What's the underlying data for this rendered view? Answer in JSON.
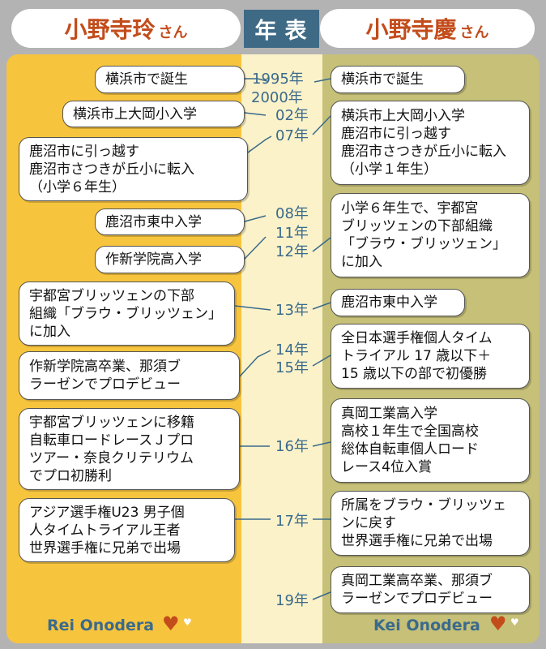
{
  "header": {
    "left_surname": "小野寺",
    "left_given": "玲",
    "left_honorific": "さん",
    "title": "年表",
    "right_surname": "小野寺",
    "right_given": "慶",
    "right_honorific": "さん"
  },
  "years": [
    "1995年",
    "2000年",
    "02年",
    "07年",
    "08年",
    "11年",
    "12年",
    "13年",
    "14年",
    "15年",
    "16年",
    "17年",
    "19年"
  ],
  "rei_events": [
    {
      "lines": [
        "横浜市で誕生"
      ]
    },
    {
      "lines": [
        "横浜市上大岡小入学"
      ]
    },
    {
      "lines": [
        "鹿沼市に引っ越す",
        "鹿沼市さつきが丘小に転入",
        "（小学６年生）"
      ]
    },
    {
      "lines": [
        "鹿沼市東中入学"
      ]
    },
    {
      "lines": [
        "作新学院高入学"
      ]
    },
    {
      "lines": [
        "宇都宮ブリッツェンの下部",
        "組織「ブラウ・ブリッツェン」",
        "に加入"
      ]
    },
    {
      "lines": [
        "作新学院高卒業、那須ブ",
        "ラーゼンでプロデビュー"
      ]
    },
    {
      "lines": [
        "宇都宮ブリッツェンに移籍",
        "自転車ロードレースＪプロ",
        "ツアー・奈良クリテリウム",
        "でプロ初勝利"
      ]
    },
    {
      "lines": [
        "アジア選手権U23 男子個",
        "人タイムトライアル王者",
        "世界選手権に兄弟で出場"
      ]
    }
  ],
  "kei_events": [
    {
      "lines": [
        "横浜市で誕生"
      ]
    },
    {
      "lines": [
        "横浜市上大岡小入学",
        "鹿沼市に引っ越す",
        "鹿沼市さつきが丘小に転入",
        "（小学１年生）"
      ]
    },
    {
      "lines": [
        "小学６年生で、宇都宮",
        "ブリッツェンの下部組織",
        "「ブラウ・ブリッツェン」",
        "に加入"
      ]
    },
    {
      "lines": [
        "鹿沼市東中入学"
      ]
    },
    {
      "lines": [
        "全日本選手権個人タイム",
        "トライアル 17 歳以下＋",
        "15 歳以下の部で初優勝"
      ]
    },
    {
      "lines": [
        "真岡工業高入学",
        "高校１年生で全国高校",
        "総体自転車個人ロード",
        "レース4位入賞"
      ]
    },
    {
      "lines": [
        "所属をブラウ・ブリッツェ",
        "ンに戻す",
        "世界選手権に兄弟で出場"
      ]
    },
    {
      "lines": [
        "真岡工業高卒業、那須ブ",
        "ラーゼンでプロデビュー"
      ]
    }
  ],
  "footer": {
    "left_name": "Rei Onodera",
    "right_name": "Kei Onodera"
  },
  "colors": {
    "rei_panel": "#f7c43e",
    "kei_panel": "#c6c078",
    "accent_red": "#c34c1b",
    "accent_blue": "#3b6a8c"
  }
}
